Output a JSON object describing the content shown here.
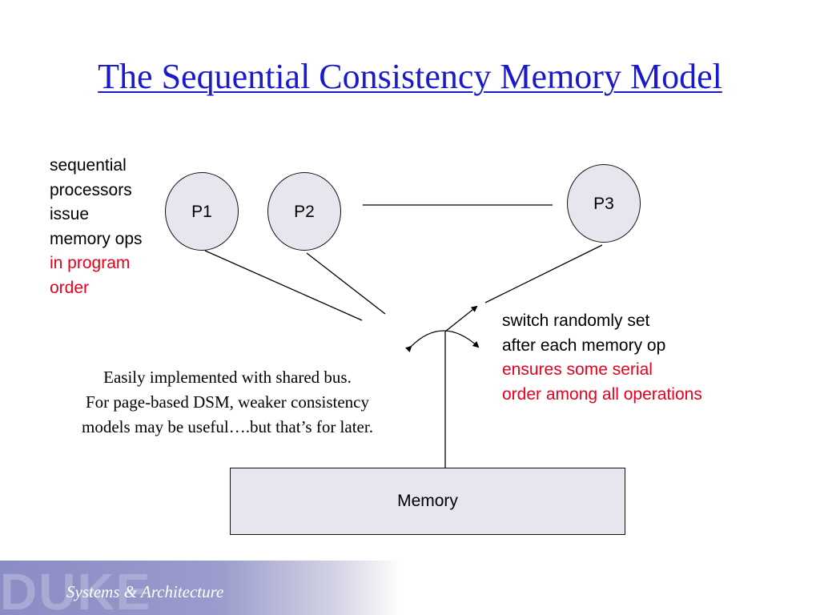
{
  "slide": {
    "title": "The Sequential Consistency Memory Model"
  },
  "left_note": {
    "lines": [
      "sequential",
      "processors",
      "issue",
      "memory ops"
    ],
    "highlight_lines": [
      "in program",
      "order"
    ]
  },
  "processors": [
    "P1",
    "P2",
    "P3"
  ],
  "switch_note": {
    "lines": [
      "switch randomly set",
      "after each memory op"
    ],
    "highlight_lines": [
      "ensures some serial",
      "order among all operations"
    ]
  },
  "center_note": {
    "lines": [
      "Easily implemented with shared bus.",
      "For page-based DSM, weaker consistency",
      "models may be useful….but that’s for later."
    ]
  },
  "memory": {
    "label": "Memory"
  },
  "footer": {
    "logo": "DUKE",
    "text": "Systems & Architecture"
  },
  "colors": {
    "title": "#1a1acc",
    "highlight": "#e8001c",
    "shape_fill": "#e6e6ef"
  }
}
